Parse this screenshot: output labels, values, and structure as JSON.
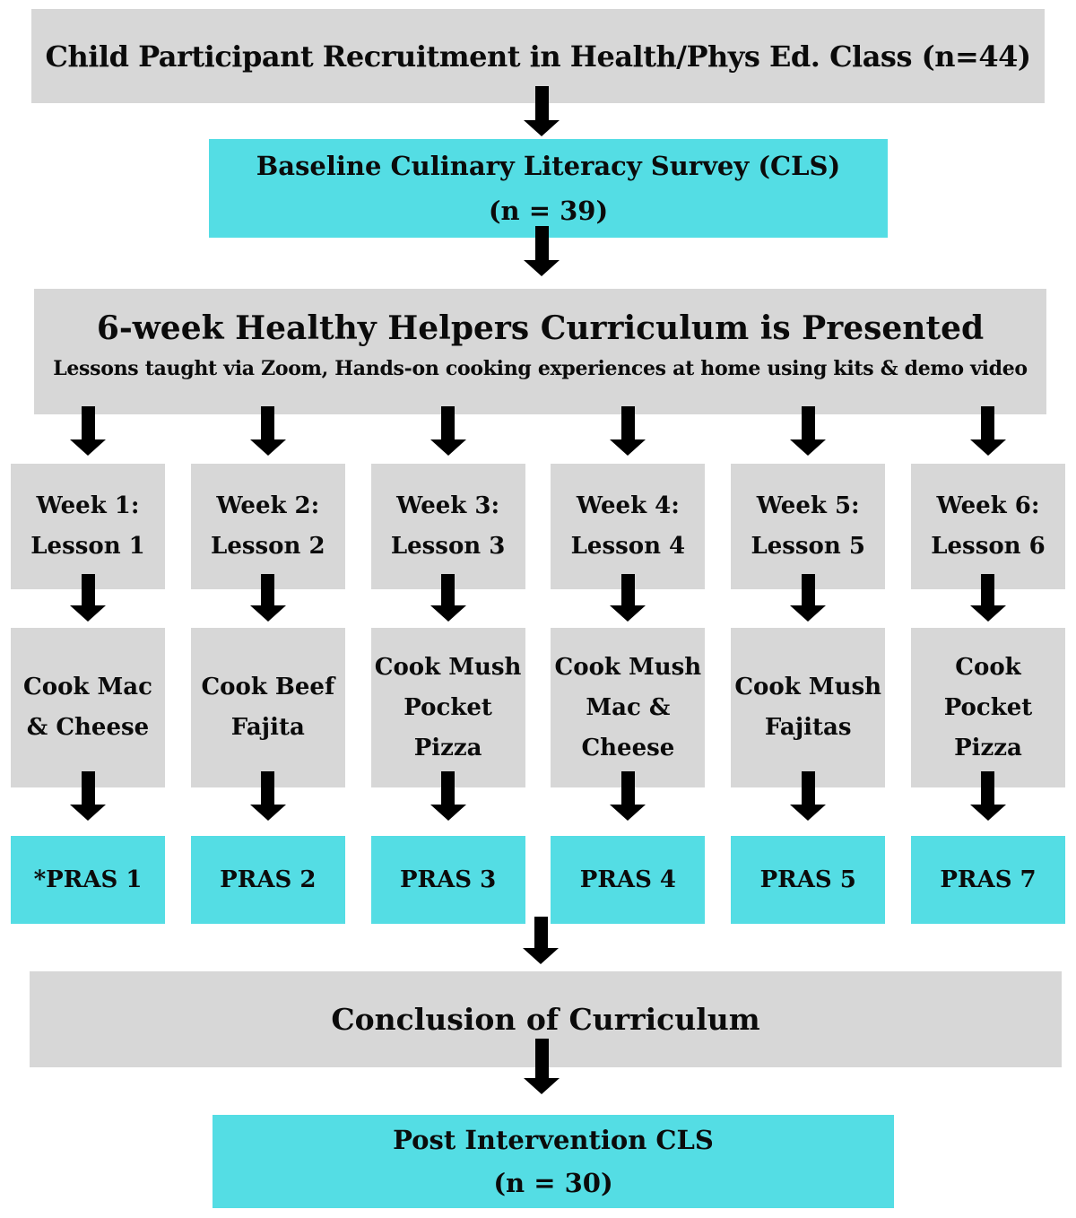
{
  "diagram": {
    "recruitment": {
      "label": "Child Participant Recruitment in Health/Phys Ed. Class (n=44)"
    },
    "baseline_survey": {
      "title": "Baseline Culinary Literacy Survey (CLS)",
      "n": "(n = 39)"
    },
    "curriculum": {
      "title": "6-week Healthy Helpers Curriculum is Presented",
      "subtitle": "Lessons taught via Zoom, Hands-on cooking experiences at home using kits & demo video"
    },
    "columns": [
      {
        "week": {
          "line1": "Week 1:",
          "line2": "Lesson 1"
        },
        "cook": {
          "line1": "Cook Mac",
          "line2": "& Cheese"
        },
        "pras": "*PRAS 1"
      },
      {
        "week": {
          "line1": "Week 2:",
          "line2": "Lesson 2"
        },
        "cook": {
          "line1": "Cook Beef",
          "line2": "Fajita"
        },
        "pras": "PRAS 2"
      },
      {
        "week": {
          "line1": "Week 3:",
          "line2": "Lesson 3"
        },
        "cook": {
          "line1": "Cook Mush",
          "line2": "Pocket",
          "line3": "Pizza"
        },
        "pras": "PRAS 3"
      },
      {
        "week": {
          "line1": "Week 4:",
          "line2": "Lesson 4"
        },
        "cook": {
          "line1": "Cook Mush",
          "line2": "Mac &",
          "line3": "Cheese"
        },
        "pras": "PRAS 4"
      },
      {
        "week": {
          "line1": "Week 5:",
          "line2": "Lesson 5"
        },
        "cook": {
          "line1": "Cook Mush",
          "line2": "Fajitas"
        },
        "pras": "PRAS 5"
      },
      {
        "week": {
          "line1": "Week 6:",
          "line2": "Lesson 6"
        },
        "cook": {
          "line1": "Cook",
          "line2": "Pocket",
          "line3": "Pizza"
        },
        "pras": "PRAS 7"
      }
    ],
    "conclusion": {
      "label": "Conclusion of Curriculum"
    },
    "post_survey": {
      "title": "Post Intervention CLS",
      "n": "(n = 30)"
    }
  },
  "colors": {
    "box_gray": "#d7d7d7",
    "box_cyan": "#54dde4",
    "arrow": "#000000",
    "text": "#0b0b0b",
    "background": "#ffffff"
  }
}
